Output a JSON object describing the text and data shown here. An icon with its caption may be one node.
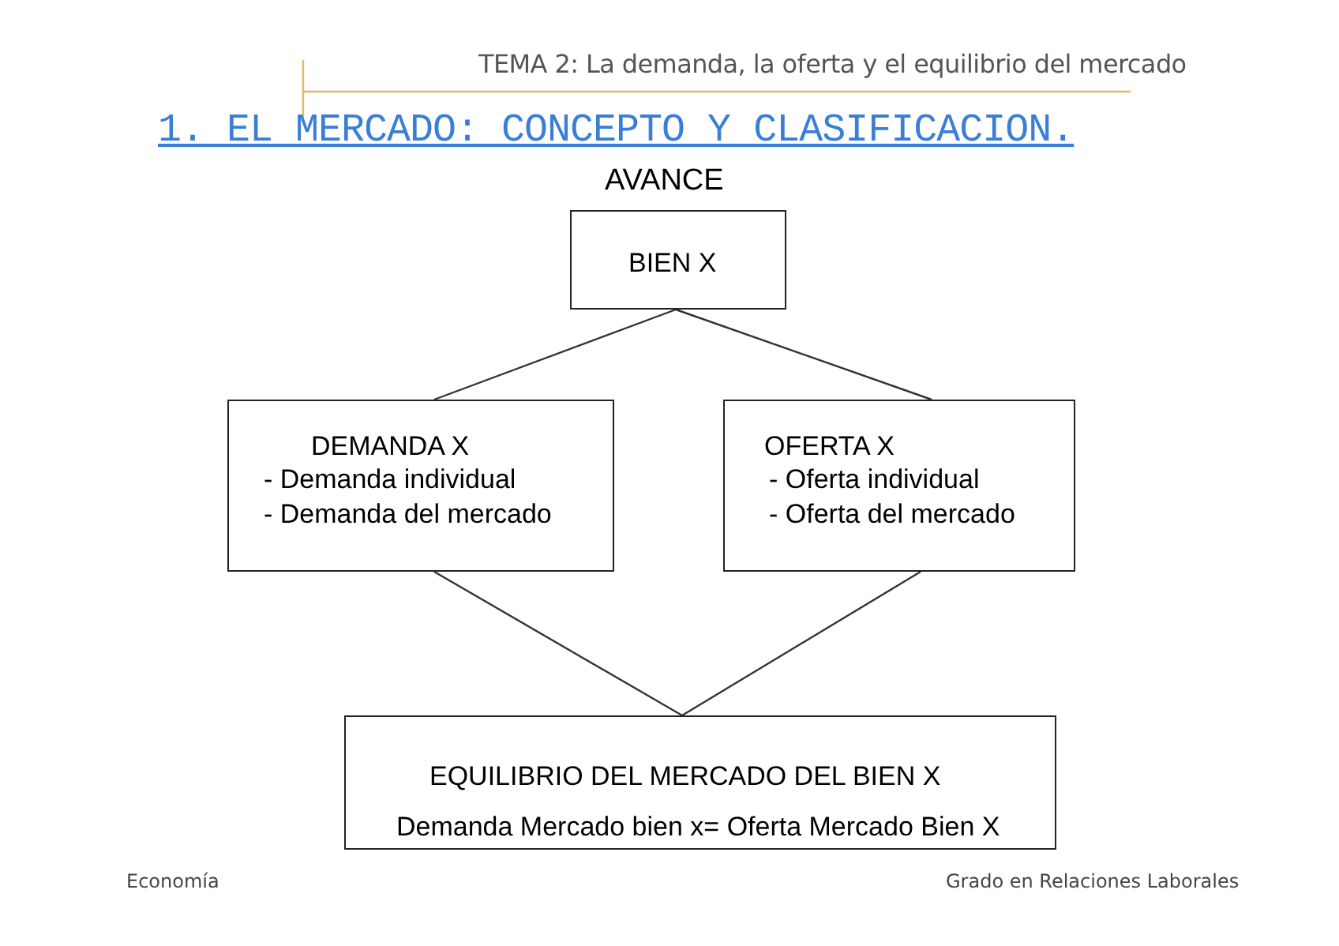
{
  "diagram": {
    "title": "1. EL MERCADO: CONCEPTO Y CLASIFICACION.",
    "nodes": [
      {
        "text": [
          "BIEN X"
        ]
      },
      {
        "text": [
          "DEMANDA X",
          "- Demanda individual",
          "- Demanda del mercado"
        ]
      },
      {
        "text": [
          "OFERTA X",
          "- Oferta individual",
          "- Oferta del mercado"
        ]
      },
      {
        "text": [
          "EQUILIBRIO DEL MERCADO DEL BIEN X",
          "Demanda Mercado bien x= Oferta Mercado Bien X"
        ]
      }
    ],
    "edges": [
      {
        "from": 0,
        "to": 1,
        "arrow": "none"
      },
      {
        "from": 0,
        "to": 2,
        "arrow": "none"
      },
      {
        "from": 1,
        "to": 3,
        "arrow": "none"
      },
      {
        "from": 2,
        "to": 3,
        "arrow": "none"
      }
    ],
    "labels": [
      "TEMA 2: La demanda, la oferta y el equilibrio del mercado",
      "AVANCE",
      "Economía",
      "Grado en Relaciones Laborales"
    ]
  }
}
